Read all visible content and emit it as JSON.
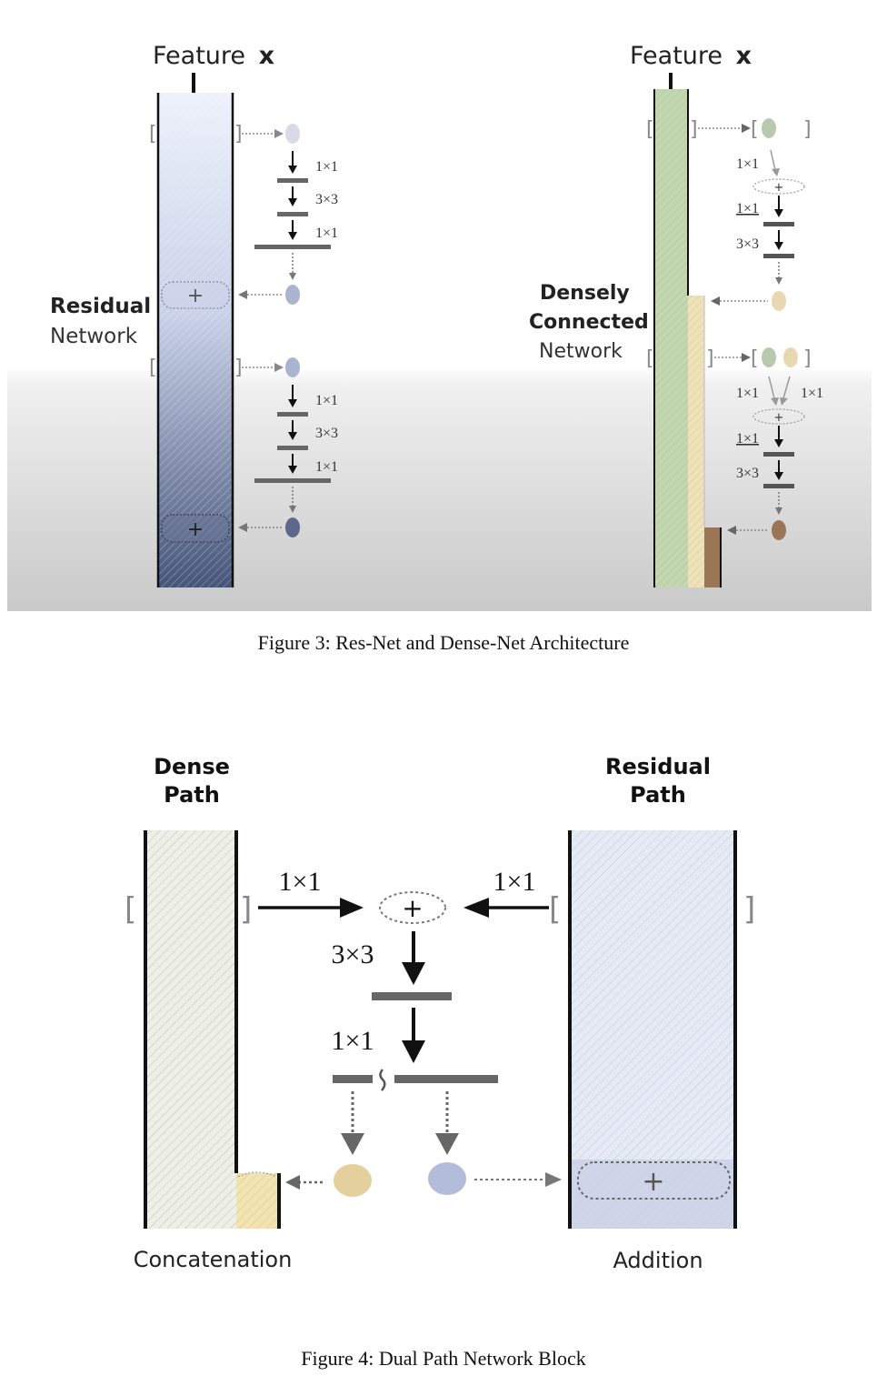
{
  "figure3": {
    "caption": "Figure 3: Res-Net and Dense-Net Architecture",
    "resnet": {
      "feature_label": "Feature",
      "feature_var": "x",
      "title_bold": "Residual",
      "title_normal": "Network",
      "block1_kernels": [
        "1×1",
        "3×3",
        "1×1"
      ],
      "block2_kernels": [
        "1×1",
        "3×3",
        "1×1"
      ],
      "plus": "+"
    },
    "densenet": {
      "feature_label": "Feature",
      "feature_var": "x",
      "title_bold_1": "Densely",
      "title_bold_2": "Connected",
      "title_normal": "Network",
      "block1_kernels": [
        "1×1",
        "1×1",
        "3×3"
      ],
      "block2_kernels": [
        "1×1",
        "1×1",
        "1×1",
        "3×3"
      ],
      "plus": "+"
    },
    "colors": {
      "res_light": "#dfe5f3",
      "res_dark": "#4c5a7c",
      "dense_green": "#c2d6b0",
      "dense_yellow": "#f0e2b8",
      "dense_brown": "#9b7656"
    }
  },
  "figure4": {
    "caption": "Figure 4: Dual Path Network Block",
    "dense_path_title": [
      "Dense",
      "Path"
    ],
    "residual_path_title": [
      "Residual",
      "Path"
    ],
    "left_kernel": "1×1",
    "right_kernel": "1×1",
    "mid_kernel": "3×3",
    "lower_kernel": "1×1",
    "plus": "+",
    "concat_label": "Concatenation",
    "addition_label": "Addition",
    "colors": {
      "dense_fill": "#e8ecde",
      "residual_fill": "#dfe4f2",
      "yellow_node": "#e3d09c",
      "blue_node": "#b3bcd8"
    }
  }
}
